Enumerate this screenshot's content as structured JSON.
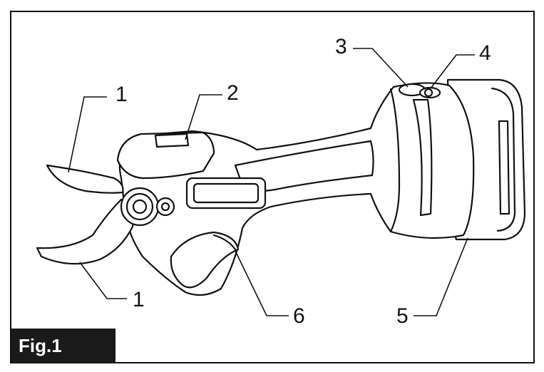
{
  "figure": {
    "label": "Fig.1"
  },
  "callouts": [
    {
      "id": "c1a",
      "text": "1"
    },
    {
      "id": "c2",
      "text": "2"
    },
    {
      "id": "c3",
      "text": "3"
    },
    {
      "id": "c4",
      "text": "4"
    },
    {
      "id": "c1b",
      "text": "1"
    },
    {
      "id": "c6",
      "text": "6"
    },
    {
      "id": "c5",
      "text": "5"
    }
  ],
  "colors": {
    "line": "#111111",
    "fill": "#ffffff",
    "label_bg": "#1a1a1a"
  }
}
